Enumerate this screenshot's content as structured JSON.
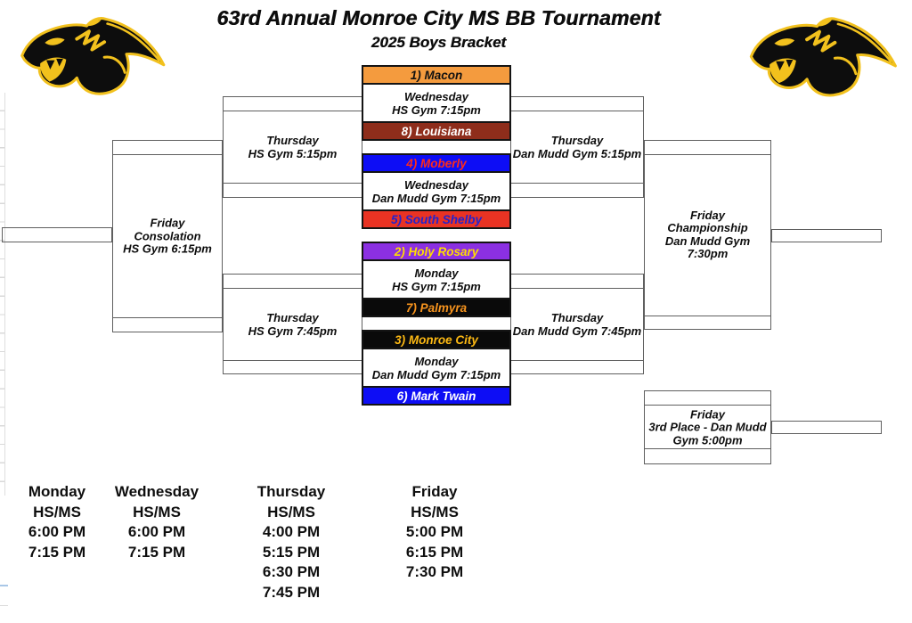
{
  "title": "63rd Annual Monroe City MS BB Tournament",
  "subtitle": "2025 Boys Bracket",
  "logo": {
    "name": "panther-logo",
    "colors": {
      "body": "#0d0d0d",
      "accent": "#F2C11D"
    }
  },
  "teams": [
    {
      "label": "1) Macon",
      "bg": "#F49B3E",
      "fg": "#111111"
    },
    {
      "label": "8) Louisiana",
      "bg": "#8E2D1B",
      "fg": "#FFFFFF"
    },
    {
      "label": "4) Moberly",
      "bg": "#0D0DF5",
      "fg": "#FF2B1A"
    },
    {
      "label": "5) South Shelby",
      "bg": "#E93323",
      "fg": "#2323CC"
    },
    {
      "label": "2) Holy Rosary",
      "bg": "#8B30E2",
      "fg": "#FFDD00"
    },
    {
      "label": "7) Palmyra",
      "bg": "#0A0A0A",
      "fg": "#F7941E"
    },
    {
      "label": "3) Monroe City",
      "bg": "#0A0A0A",
      "fg": "#FDB913"
    },
    {
      "label": "6) Mark Twain",
      "bg": "#0D0DF5",
      "fg": "#FFFFFF"
    }
  ],
  "games": {
    "r1g1": {
      "line1": "Wednesday",
      "line2": "HS Gym 7:15pm"
    },
    "r1g2": {
      "line1": "Wednesday",
      "line2": "Dan Mudd Gym 7:15pm"
    },
    "r1g3": {
      "line1": "Monday",
      "line2": "HS Gym 7:15pm"
    },
    "r1g4": {
      "line1": "Monday",
      "line2": "Dan Mudd Gym 7:15pm"
    },
    "semi_left_top": {
      "line1": "Thursday",
      "line2": "HS Gym 5:15pm"
    },
    "semi_left_bottom": {
      "line1": "Thursday",
      "line2": "HS Gym 7:45pm"
    },
    "semi_right_top": {
      "line1": "Thursday",
      "line2": "Dan Mudd Gym 5:15pm"
    },
    "semi_right_bottom": {
      "line1": "Thursday",
      "line2": "Dan Mudd Gym 7:45pm"
    },
    "consolation": {
      "line1": "Friday",
      "line2": "Consolation",
      "line3": "HS Gym 6:15pm"
    },
    "championship": {
      "line1": "Friday",
      "line2": "Championship",
      "line3": "Dan Mudd Gym 7:30pm"
    },
    "third_place": {
      "line1": "Friday",
      "line2": "3rd Place - Dan Mudd",
      "line3": "Gym 5:00pm"
    }
  },
  "schedule": [
    {
      "day": "Monday",
      "level": "HS/MS",
      "times": [
        "6:00 PM",
        "7:15 PM"
      ]
    },
    {
      "day": "Wednesday",
      "level": "HS/MS",
      "times": [
        "6:00 PM",
        "7:15 PM"
      ]
    },
    {
      "day": "Thursday",
      "level": "HS/MS",
      "times": [
        "4:00 PM",
        "5:15 PM",
        "6:30 PM",
        "7:45 PM"
      ]
    },
    {
      "day": "Friday",
      "level": "HS/MS",
      "times": [
        "5:00 PM",
        "6:15 PM",
        "7:30 PM"
      ]
    }
  ]
}
